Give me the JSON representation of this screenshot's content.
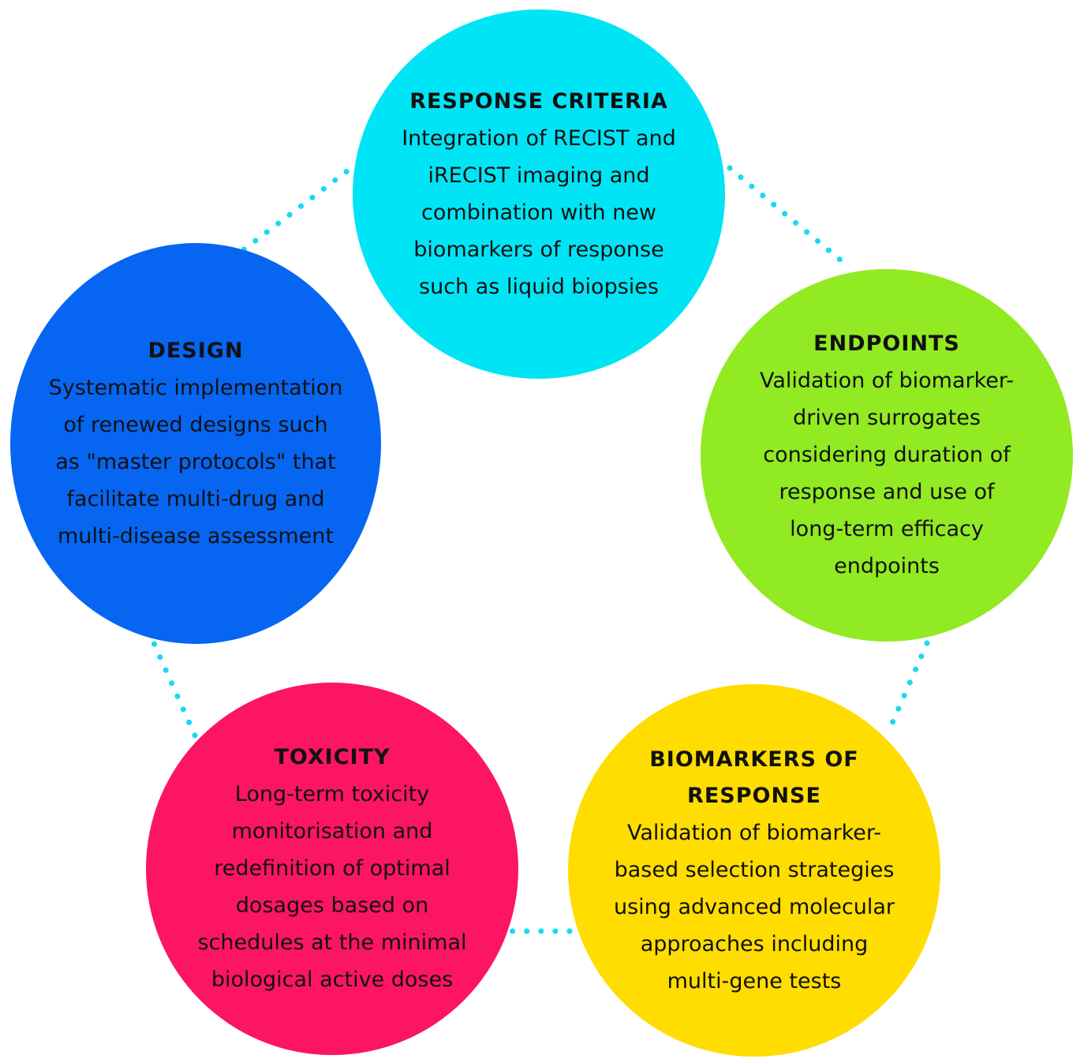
{
  "colors": {
    "connector": "#19d9ef",
    "response_criteria": "#00e5f5",
    "endpoints": "#92ea22",
    "design": "#0666f2",
    "toxicity": "#fc1465",
    "biomarkers": "#ffdd00",
    "text": "#111111"
  },
  "nodes": {
    "response_criteria": {
      "title": "RESPONSE CRITERIA",
      "lines": [
        "Integration of RECIST and",
        "iRECIST imaging and",
        "combination with new",
        "biomarkers of response",
        "such as liquid biopsies"
      ]
    },
    "endpoints": {
      "title": "ENDPOINTS",
      "lines": [
        "Validation of biomarker-",
        "driven surrogates",
        "considering duration of",
        "response and use of",
        "long-term efficacy",
        "endpoints"
      ]
    },
    "design": {
      "title": "DESIGN",
      "lines": [
        "Systematic implementation",
        "of renewed designs such",
        "as \"master protocols\" that",
        "facilitate multi-drug and",
        "multi-disease assessment"
      ]
    },
    "toxicity": {
      "title": "TOXICITY",
      "lines": [
        "Long-term toxicity",
        "monitorisation and",
        "redefinition of optimal",
        "dosages based on",
        "schedules at the minimal",
        "biological active doses"
      ]
    },
    "biomarkers": {
      "title_lines": [
        "BIOMARKERS OF",
        "RESPONSE"
      ],
      "lines": [
        "Validation of biomarker-",
        "based selection strategies",
        "using advanced molecular",
        "approaches including",
        "multi-gene tests"
      ]
    }
  }
}
